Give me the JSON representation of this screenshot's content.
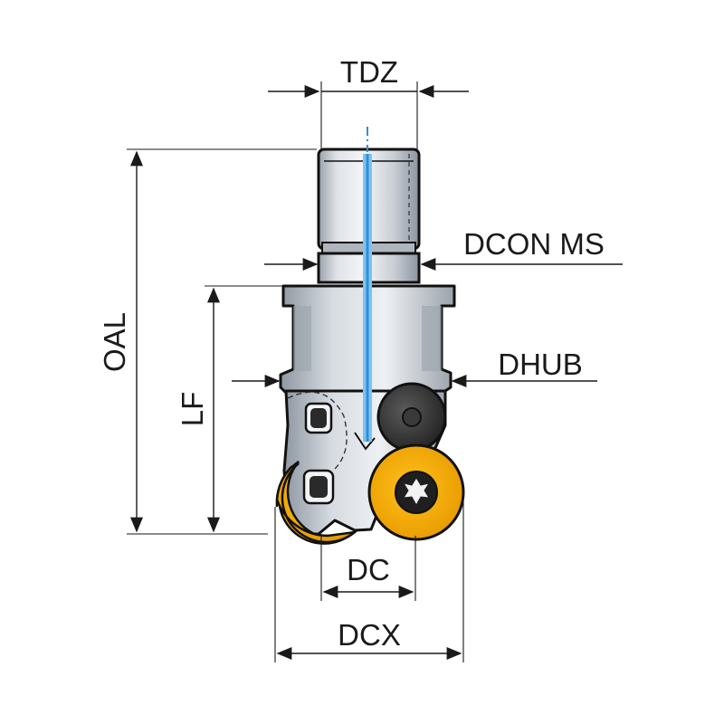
{
  "labels": {
    "tdz": "TDZ",
    "dcon_ms": "DCON MS",
    "dhub": "DHUB",
    "oal": "OAL",
    "lf": "LF",
    "dc": "DC",
    "dcx": "DCX"
  },
  "colors": {
    "steel_light": "#e8ebef",
    "steel_mid": "#c3c9d0",
    "steel_dark": "#8f97a1",
    "coolant_blue": "#2f8fd6",
    "insert_orange": "#f0a400",
    "screw_dark": "#2e2e2e",
    "line": "#1a1a1a"
  },
  "icons": {
    "screw": "torx-screw-icon",
    "insert": "round-insert-icon"
  }
}
